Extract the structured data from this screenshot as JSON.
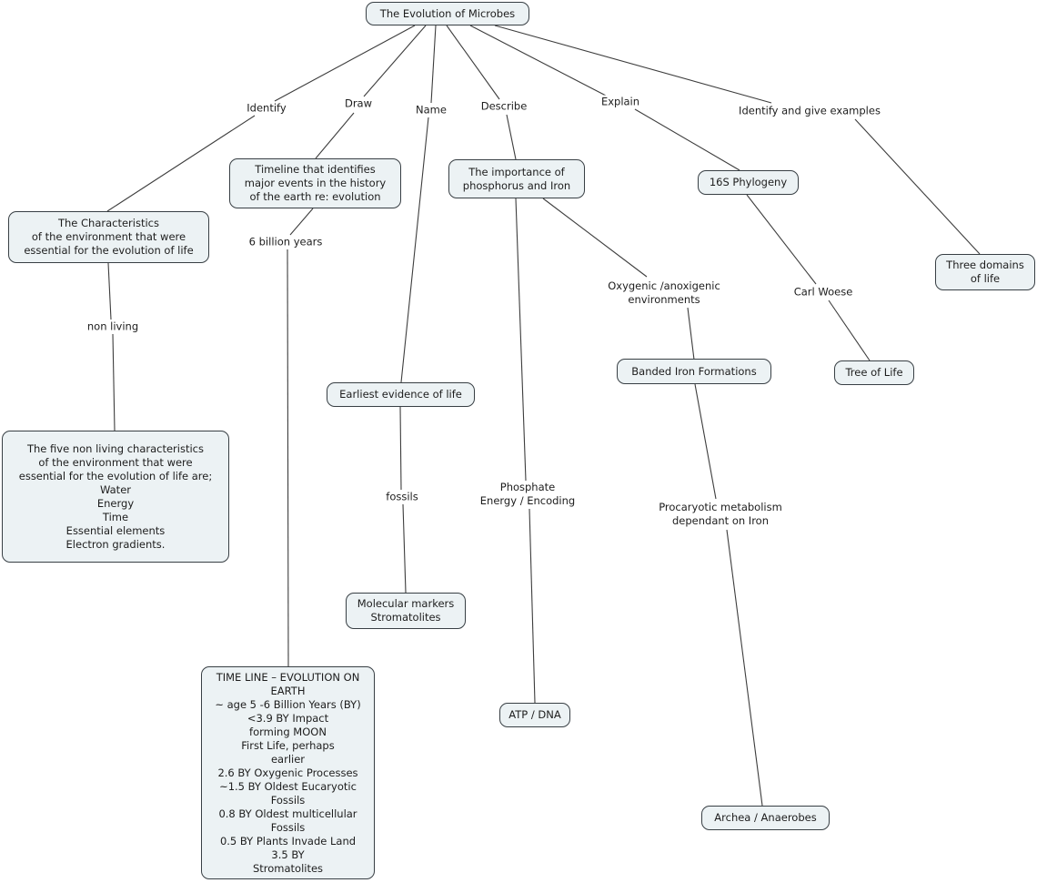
{
  "diagram_title": "The Evolution of Microbes",
  "nodes": {
    "root": {
      "text": "The Evolution of Microbes"
    },
    "characteristics": {
      "text": "The Characteristics\nof the environment that were\nessential for the evolution of life"
    },
    "timeline": {
      "text": "Timeline that identifies\nmajor events in the history\nof the earth re: evolution"
    },
    "importance": {
      "text": "The importance of\nphosphorus and Iron"
    },
    "phylogeny_16s": {
      "text": "16S Phylogeny"
    },
    "three_domains": {
      "text": "Three domains\nof life"
    },
    "earliest_evidence": {
      "text": "Earliest evidence of life"
    },
    "banded_iron": {
      "text": "Banded Iron Formations"
    },
    "tree_of_life": {
      "text": "Tree of Life"
    },
    "five_non_living": {
      "text": "The five non living characteristics\nof the environment that were\nessential for the evolution of life are;\nWater\nEnergy\nTime\nEssential elements\nElectron gradients."
    },
    "molecular_markers": {
      "text": "Molecular markers\nStromatolites"
    },
    "timeline_detail": {
      "text": "TIME LINE – EVOLUTION ON\nEARTH\n~ age 5 -6 Billion Years (BY)\n<3.9 BY Impact\nforming MOON\nFirst Life, perhaps\nearlier\n2.6 BY Oxygenic Processes\n~1.5 BY Oldest Eucaryotic\nFossils\n0.8 BY Oldest multicellular\nFossils\n0.5 BY Plants Invade Land\n3.5 BY\nStromatolites"
    },
    "atp_dna": {
      "text": "ATP / DNA"
    },
    "archea": {
      "text": "Archea / Anaerobes"
    }
  },
  "link_labels": {
    "identify": {
      "text": "Identify"
    },
    "draw": {
      "text": "Draw"
    },
    "name": {
      "text": "Name"
    },
    "describe": {
      "text": "Describe"
    },
    "explain": {
      "text": "Explain"
    },
    "identify_examples": {
      "text": "Identify and give examples"
    },
    "six_billion_years": {
      "text": "6 billion years"
    },
    "non_living": {
      "text": "non living"
    },
    "oxygenic": {
      "text": "Oxygenic /anoxigenic\nenvironments"
    },
    "carl_woese": {
      "text": "Carl Woese"
    },
    "fossils": {
      "text": "fossils"
    },
    "phosphate": {
      "text": "Phosphate\nEnergy / Encoding"
    },
    "procaryotic": {
      "text": "Procaryotic metabolism\ndependant on Iron"
    }
  },
  "colors": {
    "node_fill": "#ecf2f4",
    "node_border": "#383f44",
    "edge": "#3d3d3d",
    "text": "#1d1d1d",
    "background": "#ffffff"
  }
}
